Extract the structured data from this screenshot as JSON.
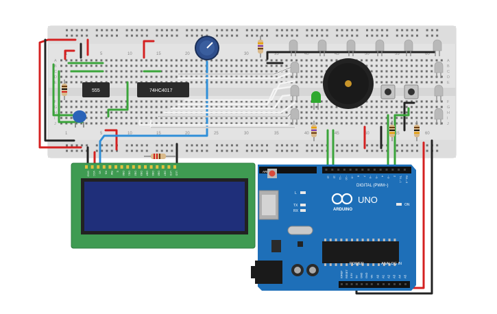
{
  "breadboard": {
    "column_numbers": [
      "1",
      "5",
      "10",
      "15",
      "20",
      "25",
      "30",
      "35",
      "40",
      "45",
      "50",
      "55",
      "60"
    ],
    "row_letters_left": [
      "A",
      "B",
      "C",
      "D",
      "E",
      "F",
      "G",
      "H",
      "I",
      "J"
    ],
    "row_letters_right": [
      "A",
      "B",
      "C",
      "D",
      "E",
      "F",
      "G",
      "H",
      "I",
      "J"
    ]
  },
  "chips": {
    "timer_label": "555",
    "counter_label": "74HC4017"
  },
  "lcd": {
    "pin_labels": [
      "GND",
      "VCC",
      "V0",
      "RS",
      "RW",
      "E",
      "DB0",
      "DB1",
      "DB2",
      "DB3",
      "DB4",
      "DB5",
      "DB6",
      "DB7",
      "LED",
      "LED"
    ],
    "screen_color": "#1f2f7a"
  },
  "arduino": {
    "brand_label": "ARDUINO",
    "model_label": "UNO",
    "digital_header_label": "DIGITAL (PWM~)",
    "power_label": "POWER",
    "analog_label": "ANALOG IN",
    "on_label": "ON",
    "l_label": "L",
    "tx_label": "TX",
    "rx_label": "RX",
    "aref_label": "AREF",
    "power_pins": [
      "IOREF",
      "RESET",
      "3.3V",
      "5V",
      "GND",
      "GND",
      "Vin"
    ],
    "analog_pins": [
      "A0",
      "A1",
      "A2",
      "A3",
      "A4",
      "A5"
    ],
    "digital_pins": [
      "13",
      "12",
      "~11",
      "~10",
      "~9",
      "8",
      "7",
      "~6",
      "~5",
      "4",
      "~3",
      "2",
      "TX→1",
      "RX←0"
    ],
    "board_color": "#1e6fb8"
  },
  "colors": {
    "wire_red": "#d42020",
    "wire_black": "#222222",
    "wire_green": "#3aa43a",
    "wire_yellow": "#e6c800",
    "wire_blue": "#2f8fd8",
    "wire_white": "#f2f2f2",
    "led_off": "#b9b9b9",
    "led_green": "#2fa82f"
  }
}
